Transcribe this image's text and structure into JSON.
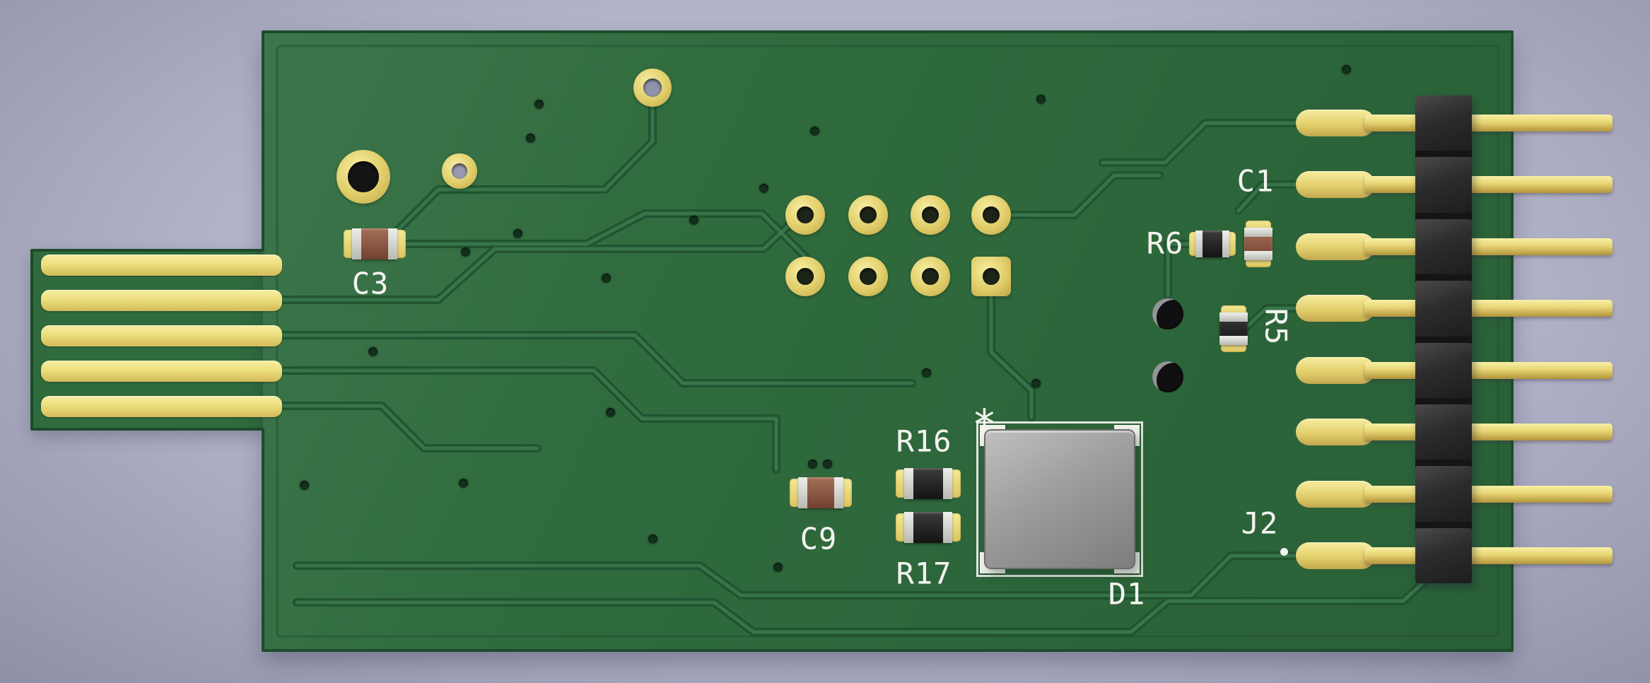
{
  "colors": {
    "background": "#b3b3c9",
    "background_edge": "#8f8fa8",
    "board_green": "#2f6b3d",
    "board_green_dark": "#1d4c2b",
    "trace_dark": "#20512f",
    "trace_light": "#3b7a4e",
    "gold": "#ecdf7e",
    "gold_deep": "#c7ad4f",
    "silkscreen": "#f4f4f0",
    "resistor_body": "#242424",
    "capacitor_body": "#8a5743",
    "component_end_cap": "#d9d9d4",
    "chip_body": "#9d9d9b",
    "header_plastic": "#2c2c2c",
    "hole_dark": "#14301d",
    "drill_black": "#101010"
  },
  "silkscreen": {
    "c3": "C3",
    "c9": "C9",
    "r16": "R16",
    "r17": "R17",
    "d1": "D1",
    "pin1_mark": "*",
    "c1": "C1",
    "r6": "R6",
    "r5": "R5",
    "j2": "J2"
  },
  "structure": {
    "header_pin_count": 8,
    "edge_finger_count": 5,
    "through_hole_grid": {
      "rows": 2,
      "cols": 4
    }
  }
}
